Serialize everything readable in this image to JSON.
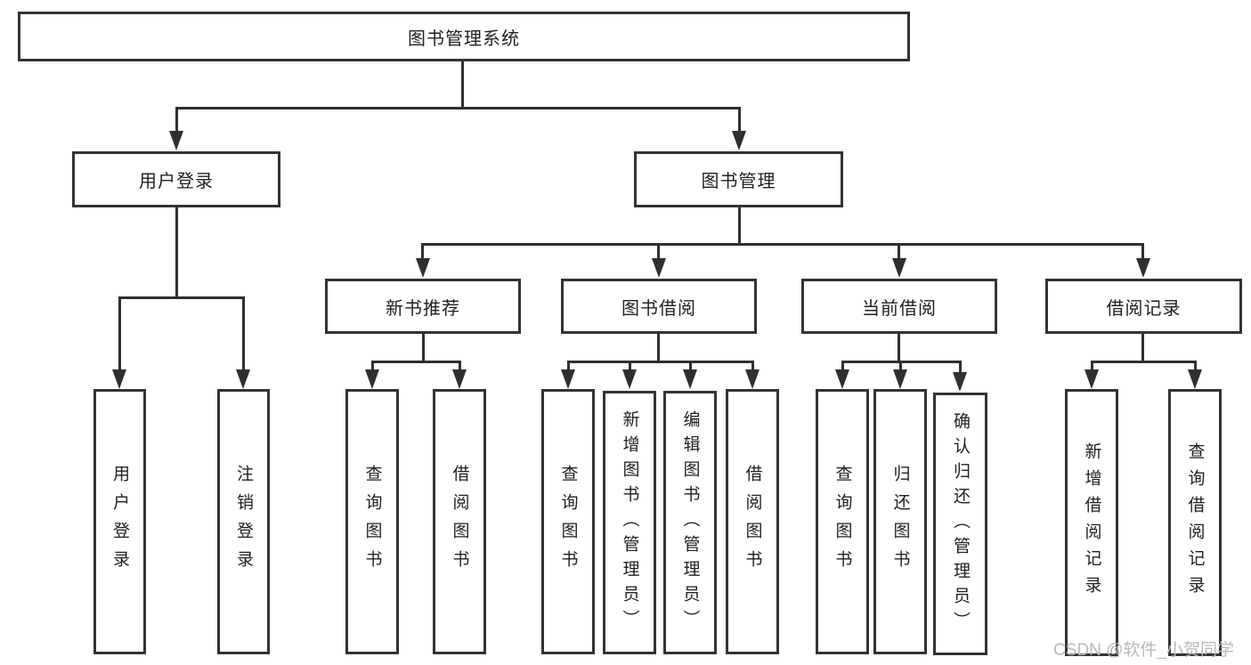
{
  "title": "图书管理系统",
  "watermark": "CSDN @软件_小贺同学",
  "colors": {
    "background": "#ffffff",
    "line": "#2f2f2f",
    "box_border": "#333333",
    "text": "#1f1f1f",
    "watermark": "#b9b9b9"
  },
  "nodes": {
    "root": "图书管理系统",
    "user_login": "用户登录",
    "book_management": "图书管理",
    "new_book_rec": "新书推荐",
    "book_borrow": "图书借阅",
    "current_borrow": "当前借阅",
    "borrow_records": "借阅记录",
    "leaf_user_login": "用户登录",
    "leaf_logout": "注销登录",
    "leaf_query_book_1": "查询图书",
    "leaf_borrow_book_1": "借阅图书",
    "leaf_query_book_2": "查询图书",
    "leaf_add_book": "新增图书（管理员）",
    "leaf_edit_book": "编辑图书（管理员）",
    "leaf_borrow_book_2": "借阅图书",
    "leaf_query_book_3": "查询图书",
    "leaf_return_book": "归还图书",
    "leaf_confirm_return": "确认归还（管理员）",
    "leaf_add_record": "新增借阅记录",
    "leaf_query_record": "查询借阅记录"
  },
  "structure": {
    "图书管理系统": {
      "用户登录": [
        "用户登录",
        "注销登录"
      ],
      "图书管理": {
        "新书推荐": [
          "查询图书",
          "借阅图书"
        ],
        "图书借阅": [
          "查询图书",
          "新增图书（管理员）",
          "编辑图书（管理员）",
          "借阅图书"
        ],
        "当前借阅": [
          "查询图书",
          "归还图书",
          "确认归还（管理员）"
        ],
        "借阅记录": [
          "新增借阅记录",
          "查询借阅记录"
        ]
      }
    }
  }
}
